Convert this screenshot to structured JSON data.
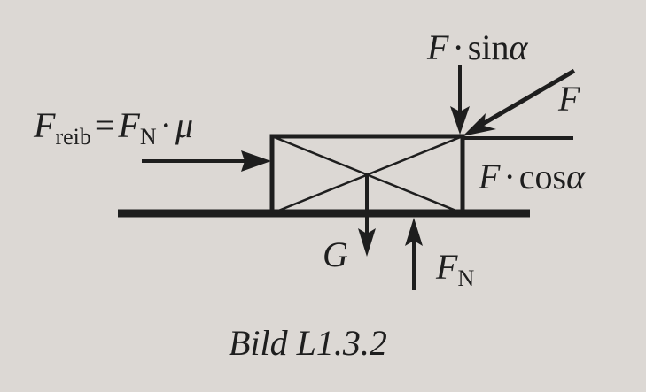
{
  "diagram": {
    "colors": {
      "background": "#dcd8d4",
      "ink": "#1e1e1e"
    },
    "labels": {
      "f_sin": {
        "symbol": "F",
        "op": "·",
        "func": "sin",
        "angle": "α"
      },
      "f_arrow": {
        "symbol": "F"
      },
      "f_reib": {
        "symbol": "F",
        "subscript": "reib",
        "eq": "=",
        "rhs_symbol": "F",
        "rhs_subscript": "N",
        "op": "·",
        "mu": "μ"
      },
      "f_cos": {
        "symbol": "F",
        "op": "·",
        "func": "cos",
        "angle": "α"
      },
      "g": {
        "symbol": "G"
      },
      "f_n": {
        "symbol": "F",
        "subscript": "N"
      }
    },
    "caption": "Bild L1.3.2"
  }
}
